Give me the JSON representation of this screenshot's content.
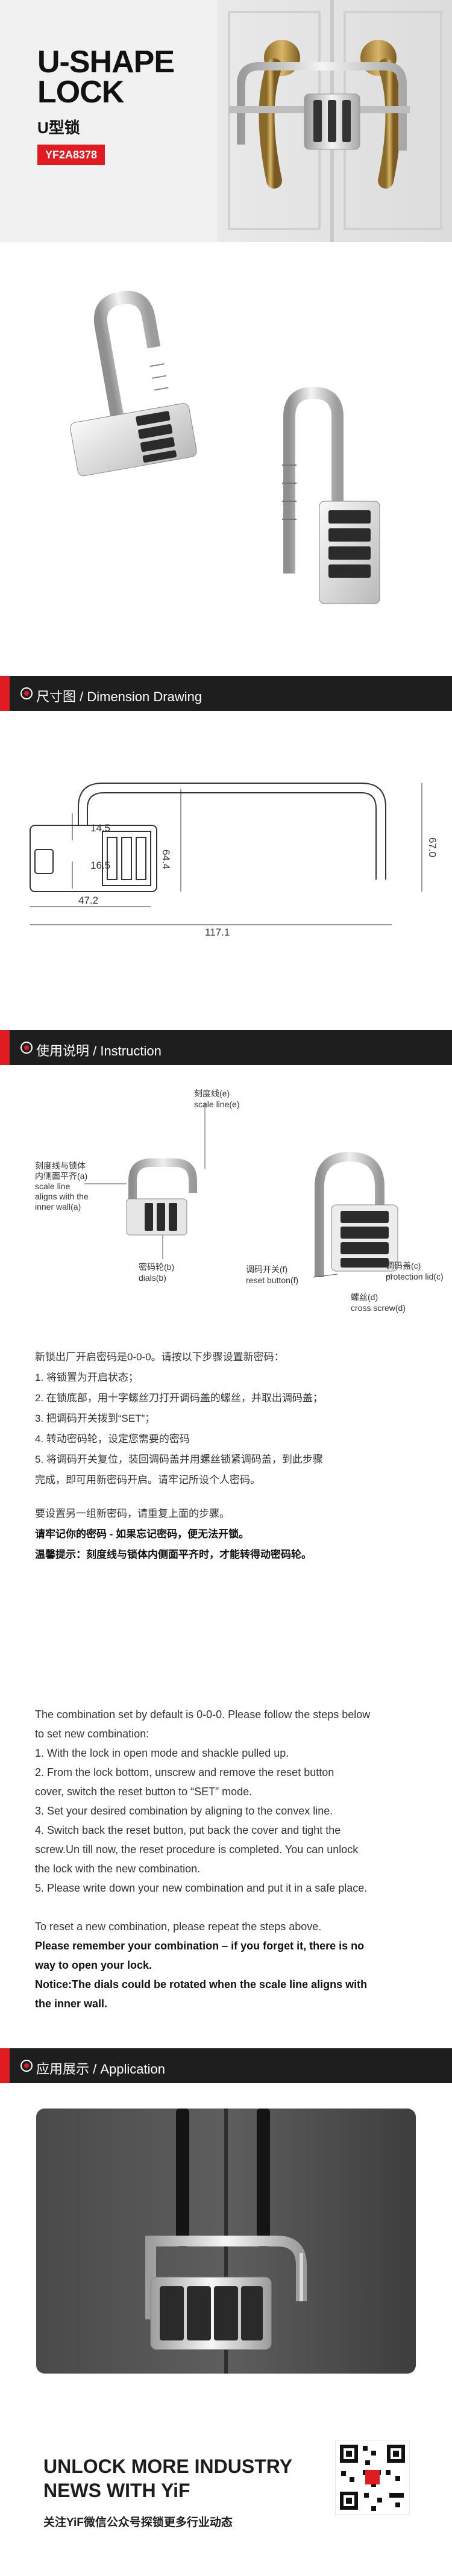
{
  "hero": {
    "title_line1": "U-SHAPE",
    "title_line2": "LOCK",
    "title_cn": "U型锁",
    "model": "YF2A8378"
  },
  "sections": {
    "dimension": "尺寸图 / Dimension Drawing",
    "instruction": "使用说明 / Instruction",
    "application": "应用展示 / Application"
  },
  "dimensions": {
    "d1": "14.5",
    "d2": "16.5",
    "d3": "64.4",
    "d4": "47.2",
    "d5": "117.1",
    "d6": "67.0"
  },
  "instruction_labels": {
    "scale_cn": "刻度线(e)",
    "scale_en": "scale line(e)",
    "align_cn": "刻度线与锁体",
    "align_cn2": "内侧面平齐(a)",
    "align_en1": "scale line",
    "align_en2": "aligns with the",
    "align_en3": "inner wall(a)",
    "dials_cn": "密码轮(b)",
    "dials_en": "dials(b)",
    "reset_cn": "调码开关(f)",
    "reset_en": "reset button(f)",
    "lid_cn": "调码盖(c)",
    "lid_en": "protection lid(c)",
    "screw_cn": "螺丝(d)",
    "screw_en": "cross screw(d)"
  },
  "instruction_cn": {
    "intro": "新锁出厂开启密码是0-0-0。请按以下步骤设置新密码：",
    "steps": [
      "1.    将锁置为开启状态；",
      "2.    在锁底部，用十字螺丝刀打开调码盖的螺丝，并取出调码盖；",
      "3.    把调码开关拨到“SET”；",
      "4.    转动密码轮，设定您需要的密码",
      "5.    将调码开关复位，装回调码盖并用螺丝锁紧调码盖，到此步骤",
      "        完成，即可用新密码开启。请牢记所设个人密码。"
    ],
    "reset": "要设置另一组新密码，请重复上面的步骤。",
    "remember": "请牢记你的密码 - 如果忘记密码，便无法开锁。",
    "notice": "温馨提示：刻度线与锁体内侧面平齐时，才能转得动密码轮。"
  },
  "instruction_en": {
    "intro1": "The combination set by default is 0-0-0. Please follow the steps below",
    "intro2": "to set new combination:",
    "steps": [
      "1. With the lock in open mode and shackle pulled up.",
      "2. From the lock bottom, unscrew and remove the reset button",
      "    cover, switch the reset button to “SET” mode.",
      "3. Set your desired combination by aligning to the convex line.",
      "4. Switch back the reset button, put back the cover and tight the",
      "    screw.Un till now, the reset procedure is completed. You can unlock",
      "    the lock with the new combination.",
      "5. Please write down your new combination and put it in a safe place."
    ],
    "reset": "To reset a new combination, please repeat the steps above.",
    "remember1": "Please remember your combination – if you forget it, there is no",
    "remember2": "way to open your lock.",
    "notice1": "Notice:The dials could be rotated when the scale line aligns with",
    "notice2": "the inner wall."
  },
  "footer": {
    "title1": "UNLOCK MORE INDUSTRY",
    "title2": "NEWS WITH YiF",
    "subtitle": "关注YiF微信公众号探锁更多行业动态"
  },
  "colors": {
    "accent": "#e11b22",
    "dark_bar": "#1e1e1e",
    "hero_bg": "#ececec"
  }
}
